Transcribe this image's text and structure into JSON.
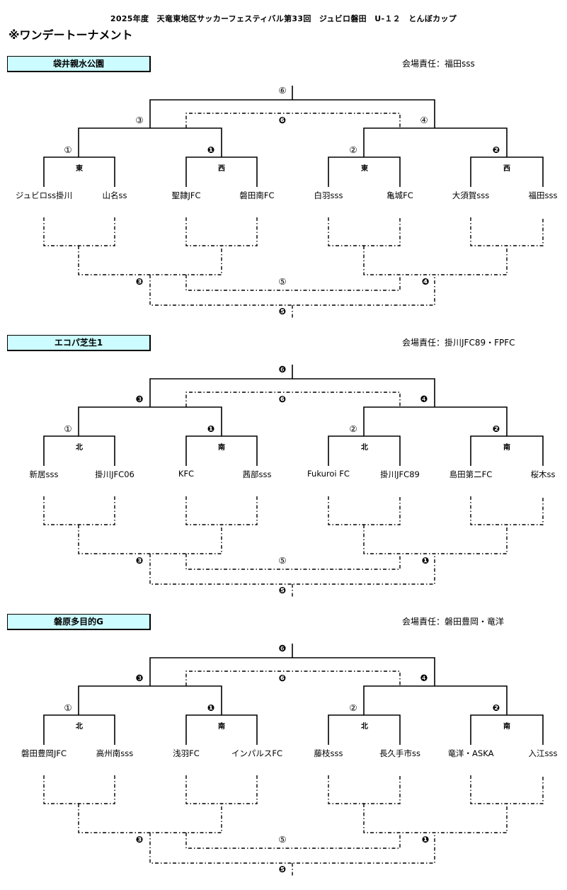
{
  "header": {
    "title": "2025年度　天竜東地区サッカーフェスティバル第33回　ジュビロ磐田　U-１２　とんぼカップ",
    "subtitle": "※ワンデートーナメント"
  },
  "venues": [
    {
      "name": "袋井親水公園",
      "responsibility_label": "会場責任：",
      "responsibility": "福田sss",
      "group_left": "東",
      "group_mid_left": "西",
      "group_mid_right": "東",
      "group_right": "西",
      "teams": [
        "ジュビロss掛川",
        "山名ss",
        "聖隷JFC",
        "磐田南FC",
        "白羽sss",
        "亀城FC",
        "大須賀sss",
        "福田sss"
      ],
      "marks": {
        "final": "⑥",
        "final3": "❻",
        "semi_left": "③",
        "semi_right": "④",
        "r1_a": "①",
        "r1_b": "❶",
        "r1_c": "②",
        "r1_d": "❷",
        "cons_left": "❸",
        "cons_right": "❹",
        "cons_final": "⑤",
        "cons_place": "❺"
      }
    },
    {
      "name": "エコパ芝生1",
      "responsibility_label": "会場責任：",
      "responsibility": "掛川JFC89・FPFC",
      "group_left": "北",
      "group_mid_left": "南",
      "group_mid_right": "北",
      "group_right": "南",
      "teams": [
        "新居sss",
        "掛川JFC06",
        "KFC",
        "茜部sss",
        "Fukuroi FC",
        "掛川JFC89",
        "島田第二FC",
        "桜木ss"
      ],
      "marks": {
        "final": "❻",
        "final3": "❻",
        "semi_left": "❸",
        "semi_right": "❹",
        "r1_a": "①",
        "r1_b": "❶",
        "r1_c": "②",
        "r1_d": "❷",
        "cons_left": "❸",
        "cons_right": "❶",
        "cons_final": "⑤",
        "cons_place": "❺"
      }
    },
    {
      "name": "磐原多目的G",
      "responsibility_label": "会場責任：",
      "responsibility": "磐田豊岡・竜洋",
      "group_left": "北",
      "group_mid_left": "南",
      "group_mid_right": "北",
      "group_right": "南",
      "teams": [
        "磐田豊岡JFC",
        "高州南sss",
        "浅羽FC",
        "インパルスFC",
        "藤枝sss",
        "長久手市ss",
        "竜洋・ASKA",
        "入江sss"
      ],
      "marks": {
        "final": "❻",
        "final3": "❻",
        "semi_left": "❸",
        "semi_right": "❹",
        "r1_a": "①",
        "r1_b": "❶",
        "r1_c": "②",
        "r1_d": "❷",
        "cons_left": "❸",
        "cons_right": "❶",
        "cons_final": "⑤",
        "cons_place": "❺"
      }
    }
  ]
}
